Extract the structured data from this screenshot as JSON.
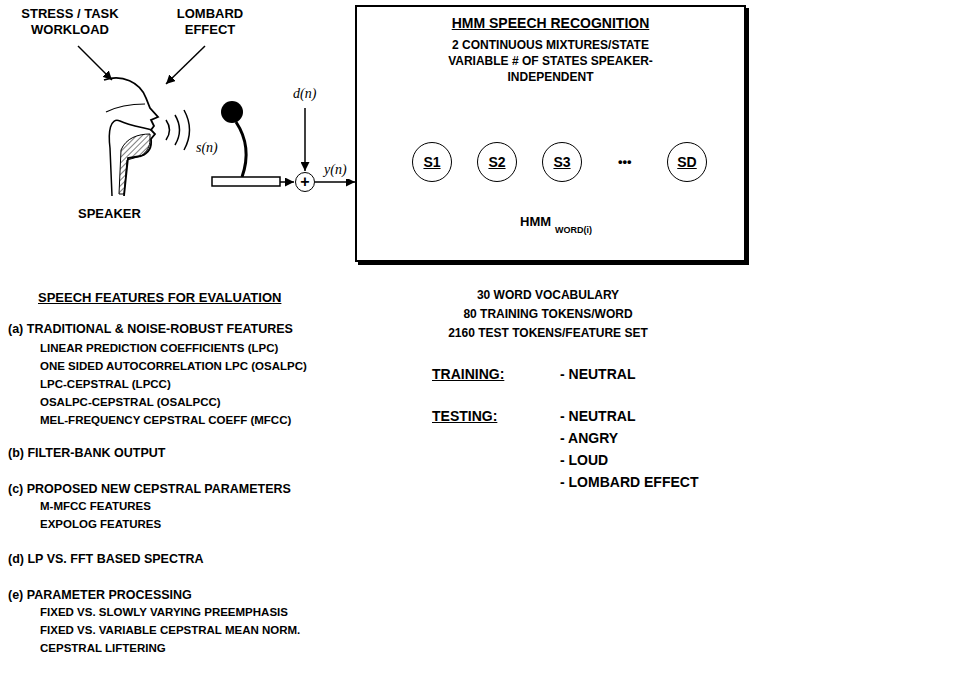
{
  "diagram": {
    "nodes": [
      {
        "text": [
          "+"
        ]
      },
      {
        "text": [
          "HMM SPEECH RECOGNITION",
          "2 CONTINUOUS MIXTURES/STATE VARIABLE # OF STATES SPEAKER-INDEPENDENT"
        ]
      },
      {
        "text": [
          "S1"
        ],
        "in": 1
      },
      {
        "text": [
          "S2"
        ],
        "in": 1
      },
      {
        "text": [
          "S3"
        ],
        "in": 1
      },
      {
        "text": [
          "SD"
        ],
        "in": 1
      }
    ],
    "edges": [
      {
        "from": 0,
        "to": 1,
        "label": "y(n)",
        "arrow": "to"
      },
      {
        "from": 2,
        "to": 3,
        "arrow": "to"
      },
      {
        "from": 3,
        "to": 4,
        "arrow": "to"
      },
      {
        "from": 4,
        "to": 5,
        "label": "•••",
        "arrow": "to"
      }
    ],
    "labels": [
      "STRESS / TASK WORKLOAD",
      "LOMBARD EFFECT",
      "SPEAKER",
      "s(n)",
      "d(n)",
      "HMM",
      "WORD(i)",
      "30 WORD VOCABULARY",
      "80 TRAINING TOKENS/WORD",
      "2160 TEST TOKENS/FEATURE SET",
      "SPEECH FEATURES FOR EVALUATION",
      "(a) TRADITIONAL & NOISE-ROBUST FEATURES",
      "LINEAR PREDICTION COEFFICIENTS (LPC)",
      "ONE SIDED AUTOCORRELATION LPC (OSALPC)",
      "LPC-CEPSTRAL (LPCC)",
      "OSALPC-CEPSTRAL (OSALPCC)",
      "MEL-FREQUENCY CEPSTRAL COEFF (MFCC)",
      "(b) FILTER-BANK OUTPUT",
      "(c) PROPOSED NEW CEPSTRAL PARAMETERS",
      "M-MFCC FEATURES",
      "EXPOLOG FEATURES",
      "(d) LP VS. FFT BASED SPECTRA",
      "(e) PARAMETER PROCESSING",
      "FIXED VS. SLOWLY VARYING PREEMPHASIS",
      "FIXED VS. VARIABLE CEPSTRAL MEAN NORM.",
      "CEPSTRAL LIFTERING",
      "TRAINING:",
      "- NEUTRAL",
      "TESTING:",
      "- NEUTRAL",
      "- ANGRY",
      "- LOUD",
      "- LOMBARD EFFECT"
    ]
  }
}
